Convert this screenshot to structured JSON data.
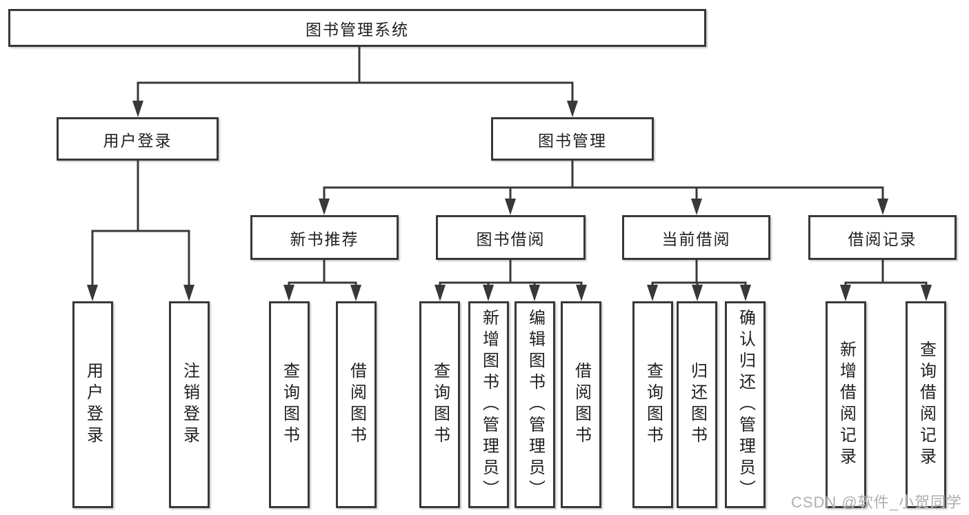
{
  "tree": {
    "root": {
      "label": "图书管理系统"
    },
    "branches": [
      {
        "label": "用户登录",
        "leaves": [
          {
            "label": "用户登录"
          },
          {
            "label": "注销登录"
          }
        ]
      },
      {
        "label": "图书管理",
        "groups": [
          {
            "label": "新书推荐",
            "leaves": [
              {
                "label": "查询图书"
              },
              {
                "label": "借阅图书"
              }
            ]
          },
          {
            "label": "图书借阅",
            "leaves": [
              {
                "label": "查询图书"
              },
              {
                "label": "新增图书（管理员）"
              },
              {
                "label": "编辑图书（管理员）"
              },
              {
                "label": "借阅图书"
              }
            ]
          },
          {
            "label": "当前借阅",
            "leaves": [
              {
                "label": "查询图书"
              },
              {
                "label": "归还图书"
              },
              {
                "label": "确认归还（管理员）"
              }
            ]
          },
          {
            "label": "借阅记录",
            "leaves": [
              {
                "label": "新增借阅记录"
              },
              {
                "label": "查询借阅记录"
              }
            ]
          }
        ]
      }
    ]
  },
  "watermark": {
    "text": "CSDN @软件_小贺同学"
  },
  "colors": {
    "line": "#383838",
    "text": "#1f1f1f",
    "background": "#ffffff",
    "watermark": "#aeaeb4"
  }
}
